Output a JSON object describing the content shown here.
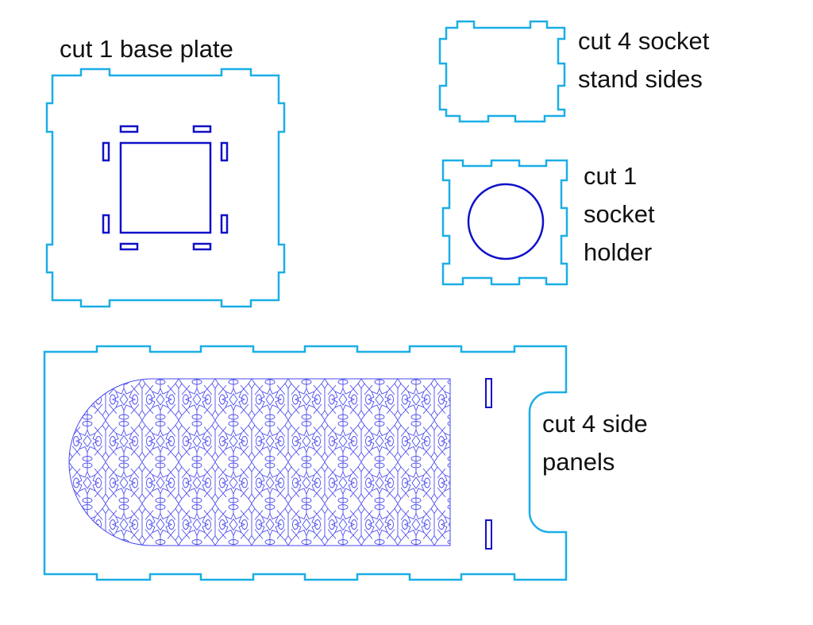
{
  "labels": {
    "base_plate": "cut 1 base plate",
    "stand_sides": [
      "cut 4 socket",
      "stand sides"
    ],
    "socket_holder": [
      "cut 1",
      "socket",
      "holder"
    ],
    "side_panels": [
      "cut 4 side",
      "panels"
    ]
  },
  "colors": {
    "outer_cut": "#1aaee6",
    "inner_cut": "#1010c8",
    "pattern": "#4a4af0"
  }
}
